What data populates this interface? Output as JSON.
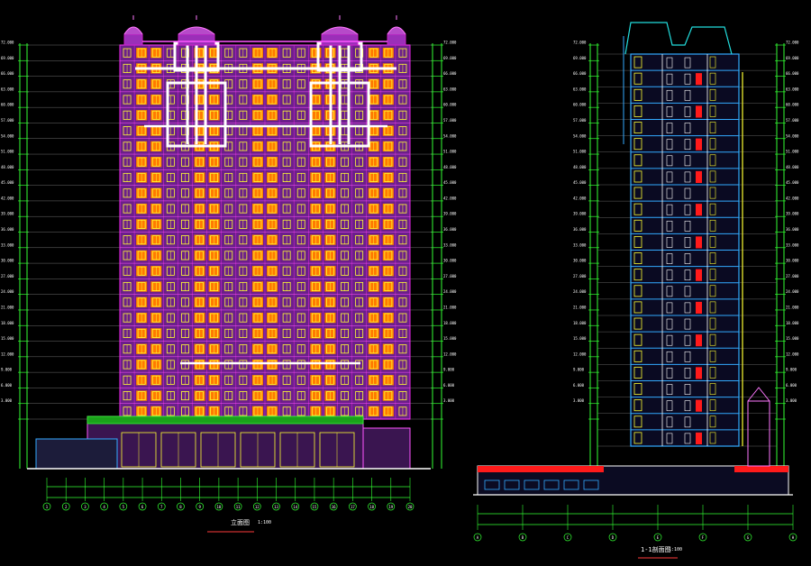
{
  "drawing": {
    "background": "#000000",
    "sheet_title_left": "立面图",
    "sheet_title_right": "1-1剖面图",
    "scale_left": "1:100",
    "scale_right": "1:100"
  },
  "colors": {
    "facade": "#cc22cc",
    "window": "#ffff33",
    "orange_panel": "#ff7a00",
    "white_trim": "#ffffff",
    "dimension_green": "#33ff33",
    "section_blue": "#33aaff",
    "red_fill": "#ff1a1a",
    "roof_cyan": "#22dddd"
  },
  "left_elevation": {
    "floors": 24,
    "grid_labels": [
      "1",
      "2",
      "3",
      "4",
      "5",
      "6",
      "7",
      "8",
      "9",
      "10",
      "11",
      "12",
      "13",
      "14",
      "15",
      "16",
      "17",
      "18",
      "19",
      "20"
    ]
  },
  "right_section": {
    "floors": 24,
    "grid_labels": [
      "A",
      "B",
      "C",
      "D",
      "E",
      "F",
      "G",
      "H"
    ]
  },
  "level_tags": [
    "3.000",
    "6.000",
    "9.000",
    "12.000",
    "15.000",
    "18.000",
    "21.000",
    "24.000",
    "27.000",
    "30.000",
    "33.000",
    "36.000",
    "39.000",
    "42.000",
    "45.000",
    "48.000",
    "51.000",
    "54.000",
    "57.000",
    "60.000",
    "63.000",
    "66.000",
    "69.000",
    "72.000"
  ]
}
